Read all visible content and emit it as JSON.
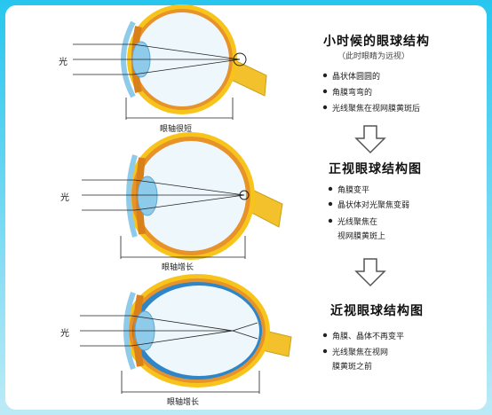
{
  "light_label": "光",
  "colors": {
    "bg_top": "#27c6ef",
    "bg_bottom": "#a9e6f6",
    "sclera": "#f7c41c",
    "choroid": "#e8932a",
    "retina_blue": "#2e86c9",
    "lens": "#8ecbea",
    "vitreous": "#eaf6fc"
  },
  "panel1": {
    "title": "小时候的眼球结构",
    "subtitle": "（此时眼睛为远视）",
    "bullets": [
      "晶状体圆圆的",
      "角膜弯弯的",
      "光线聚焦在视网膜黄斑后"
    ],
    "axis_caption": "眼轴很短"
  },
  "panel2": {
    "title": "正视眼球结构图",
    "bullets": [
      "角膜变平",
      "晶状体对光聚焦变弱",
      "光线聚焦在",
      "视网膜黄斑上"
    ],
    "axis_caption": "眼轴增长"
  },
  "panel3": {
    "title": "近视眼球结构图",
    "bullets": [
      "角膜、晶体不再变平",
      "光线聚焦在视网",
      "膜黄斑之前"
    ],
    "axis_caption": "眼轴增长"
  }
}
